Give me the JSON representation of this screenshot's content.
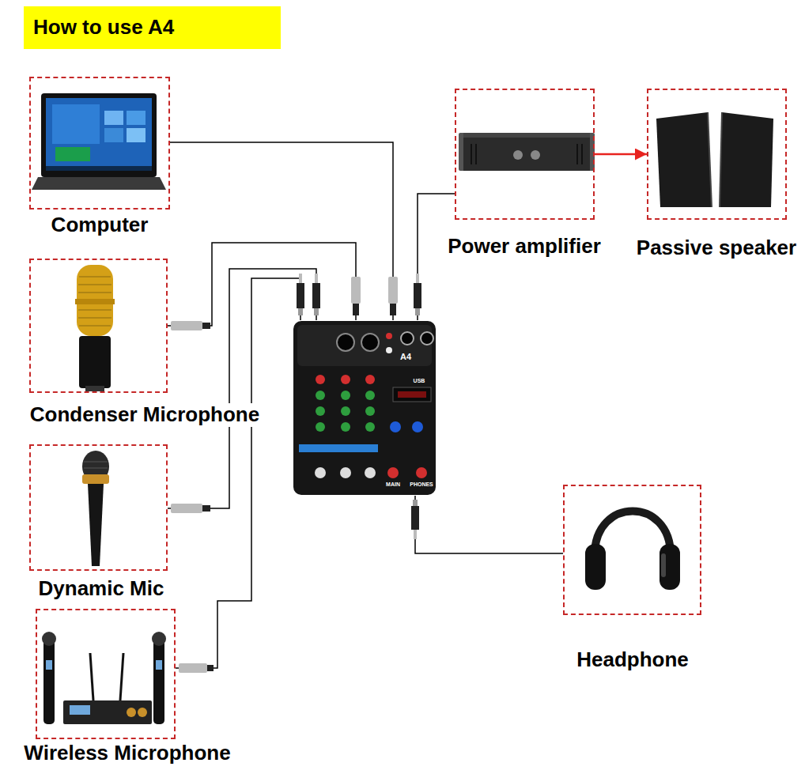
{
  "diagram": {
    "title": "How to use A4",
    "nodes": [
      {
        "text": [
          "Computer"
        ]
      },
      {
        "text": [
          "Condenser Microphone"
        ]
      },
      {
        "text": [
          "Dynamic Mic"
        ]
      },
      {
        "text": [
          "Wireless Microphone"
        ]
      },
      {
        "text": [
          "A4"
        ]
      },
      {
        "text": [
          "Power amplifier"
        ]
      },
      {
        "text": [
          "Passive speaker"
        ]
      },
      {
        "text": [
          "Headphone"
        ]
      }
    ],
    "edges": [
      {
        "from": 0,
        "to": 4,
        "arrow": "none"
      },
      {
        "from": 1,
        "to": 4,
        "arrow": "none"
      },
      {
        "from": 2,
        "to": 4,
        "arrow": "none"
      },
      {
        "from": 3,
        "to": 4,
        "arrow": "none"
      },
      {
        "from": 4,
        "to": 5,
        "arrow": "none"
      },
      {
        "from": 5,
        "to": 6,
        "arrow": "to"
      },
      {
        "from": 4,
        "to": 7,
        "arrow": "none"
      }
    ],
    "labels": [
      "USB",
      "MAIN",
      "PHONES"
    ]
  }
}
